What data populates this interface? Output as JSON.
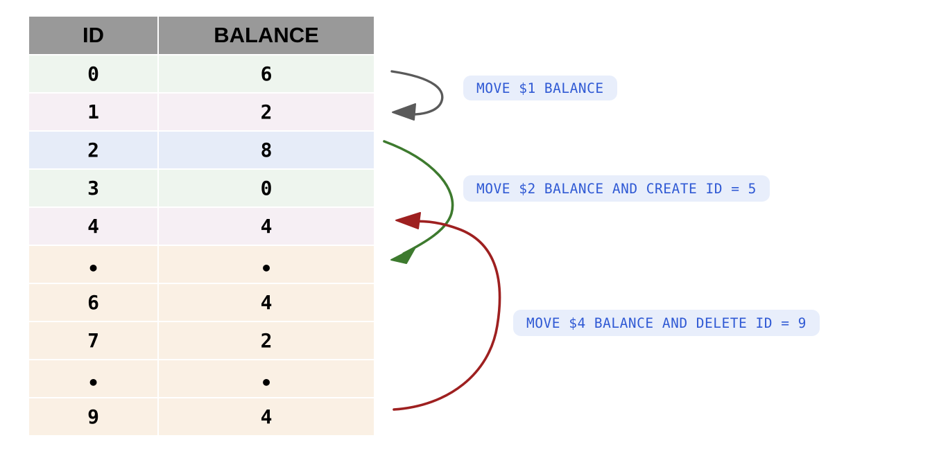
{
  "table": {
    "columns": [
      "ID",
      "BALANCE"
    ],
    "rows": [
      {
        "id": "0",
        "balance": "6",
        "color": "#eef5ee"
      },
      {
        "id": "1",
        "balance": "2",
        "color": "#f6eff4"
      },
      {
        "id": "2",
        "balance": "8",
        "color": "#e6ecf8"
      },
      {
        "id": "3",
        "balance": "0",
        "color": "#eef5ee"
      },
      {
        "id": "4",
        "balance": "4",
        "color": "#f6eff4"
      },
      {
        "id": "•",
        "balance": "•",
        "color": "#faf0e4"
      },
      {
        "id": "6",
        "balance": "4",
        "color": "#faf0e4"
      },
      {
        "id": "7",
        "balance": "2",
        "color": "#faf0e4"
      },
      {
        "id": "•",
        "balance": "•",
        "color": "#faf0e4"
      },
      {
        "id": "9",
        "balance": "4",
        "color": "#faf0e4"
      }
    ],
    "header_color": "#999999"
  },
  "annotations": [
    {
      "label": "MOVE $1 BALANCE",
      "arrow_color": "#5a5a5a"
    },
    {
      "label": "MOVE $2 BALANCE AND CREATE ID = 5",
      "arrow_color": "#3d7a2e"
    },
    {
      "label": "MOVE $4 BALANCE AND DELETE ID = 9",
      "arrow_color": "#9e2020"
    }
  ],
  "colors": {
    "label_bg": "#e8eefb",
    "label_text": "#2f59d4",
    "background": "#ffffff",
    "arrow_gray": "#5a5a5a",
    "arrow_green": "#3d7a2e",
    "arrow_red": "#9e2020"
  }
}
